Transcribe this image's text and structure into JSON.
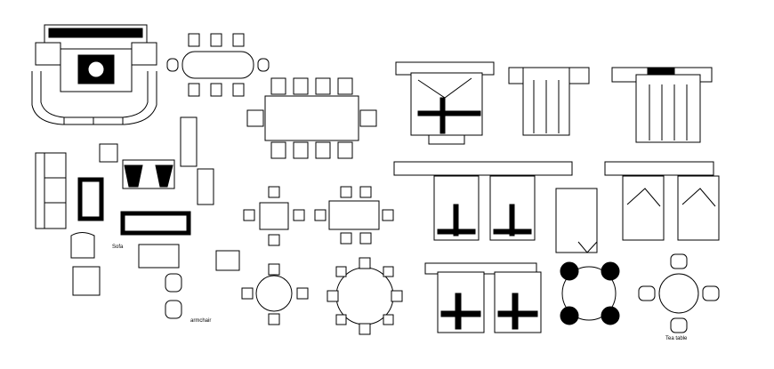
{
  "labels": {
    "sofa": "Sofa",
    "armchair": "armchair",
    "table": "Tea table"
  },
  "colors": {
    "line": "#000000",
    "background": "#ffffff"
  }
}
